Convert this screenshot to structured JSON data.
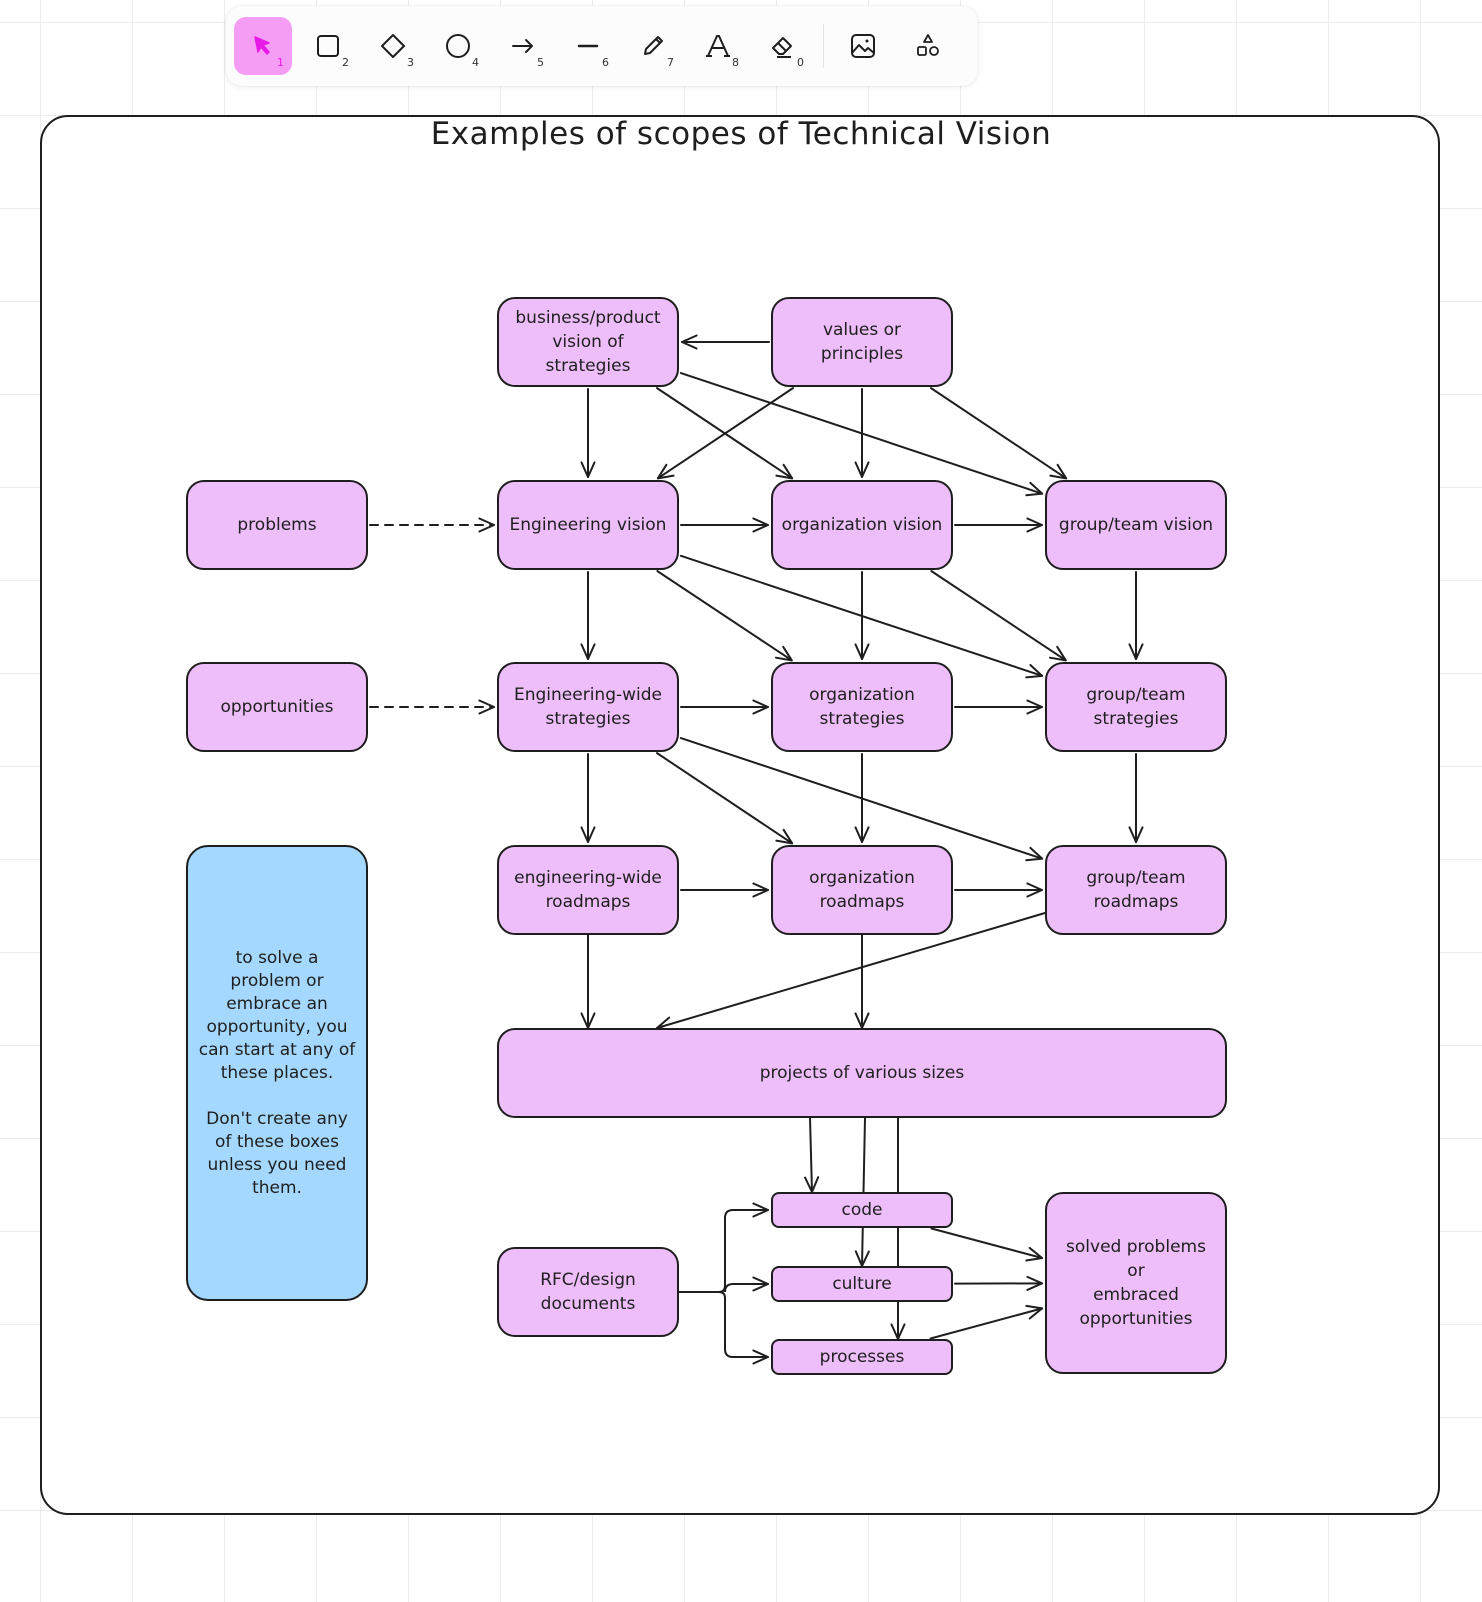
{
  "toolbar": {
    "tools": [
      {
        "name": "selection",
        "icon": "pointer-icon",
        "key": "1",
        "active": true
      },
      {
        "name": "rectangle",
        "icon": "rectangle-icon",
        "key": "2"
      },
      {
        "name": "diamond",
        "icon": "diamond-icon",
        "key": "3"
      },
      {
        "name": "ellipse",
        "icon": "circle-icon",
        "key": "4"
      },
      {
        "name": "arrow",
        "icon": "arrow-icon",
        "key": "5"
      },
      {
        "name": "line",
        "icon": "line-icon",
        "key": "6"
      },
      {
        "name": "draw",
        "icon": "pencil-icon",
        "key": "7"
      },
      {
        "name": "text",
        "icon": "text-icon",
        "key": "8"
      },
      {
        "name": "eraser",
        "icon": "eraser-icon",
        "key": "0"
      },
      {
        "name": "insert-image",
        "icon": "image-icon",
        "key": ""
      },
      {
        "name": "more-shapes",
        "icon": "shapes-icon",
        "key": ""
      }
    ],
    "active_color": "#f59cf5"
  },
  "diagram": {
    "title": "Examples of scopes of Technical Vision",
    "colors": {
      "node_fill": "#eebefa",
      "note_fill": "#a5d8ff",
      "stroke": "#1e1e1e"
    },
    "nodes": {
      "business": "business/product\nvision of\nstrategies",
      "values": "values or principles",
      "problems": "problems",
      "eng_vision": "Engineering vision",
      "org_vision": "organization vision",
      "team_vision": "group/team vision",
      "opportunities": "opportunities",
      "eng_strategies": "Engineering-wide\nstrategies",
      "org_strategies": "organization\nstrategies",
      "team_strategies": "group/team\nstrategies",
      "eng_roadmaps": "engineering-wide\nroadmaps",
      "org_roadmaps": "organization\nroadmaps",
      "team_roadmaps": "group/team\nroadmaps",
      "projects": "projects of various sizes",
      "code": "code",
      "culture": "culture",
      "processes": "processes",
      "rfc": "RFC/design\ndocuments",
      "solved": "solved problems or\nembraced\nopportunities"
    },
    "note": "to solve a problem or embrace an opportunity, you can start at any of these places.\n\nDon't create any of these boxes unless you need them.",
    "edges": [
      {
        "from": "values",
        "to": "business"
      },
      {
        "from": "business",
        "to": "eng_vision"
      },
      {
        "from": "business",
        "to": "org_vision"
      },
      {
        "from": "business",
        "to": "team_vision"
      },
      {
        "from": "values",
        "to": "eng_vision"
      },
      {
        "from": "values",
        "to": "org_vision"
      },
      {
        "from": "values",
        "to": "team_vision"
      },
      {
        "from": "problems",
        "to": "eng_vision",
        "dashed": true
      },
      {
        "from": "eng_vision",
        "to": "org_vision"
      },
      {
        "from": "org_vision",
        "to": "team_vision"
      },
      {
        "from": "eng_vision",
        "to": "eng_strategies"
      },
      {
        "from": "eng_vision",
        "to": "org_strategies"
      },
      {
        "from": "eng_vision",
        "to": "team_strategies"
      },
      {
        "from": "org_vision",
        "to": "org_strategies"
      },
      {
        "from": "org_vision",
        "to": "team_strategies"
      },
      {
        "from": "team_vision",
        "to": "team_strategies"
      },
      {
        "from": "opportunities",
        "to": "eng_strategies",
        "dashed": true
      },
      {
        "from": "eng_strategies",
        "to": "org_strategies"
      },
      {
        "from": "org_strategies",
        "to": "team_strategies"
      },
      {
        "from": "eng_strategies",
        "to": "eng_roadmaps"
      },
      {
        "from": "eng_strategies",
        "to": "org_roadmaps"
      },
      {
        "from": "eng_strategies",
        "to": "team_roadmaps"
      },
      {
        "from": "org_strategies",
        "to": "org_roadmaps"
      },
      {
        "from": "team_strategies",
        "to": "team_roadmaps"
      },
      {
        "from": "eng_roadmaps",
        "to": "org_roadmaps"
      },
      {
        "from": "org_roadmaps",
        "to": "team_roadmaps"
      },
      {
        "from": "eng_roadmaps",
        "to": "projects"
      },
      {
        "from": "org_roadmaps",
        "to": "projects"
      },
      {
        "from": "team_roadmaps",
        "to": "projects"
      },
      {
        "from": "projects",
        "to": "code"
      },
      {
        "from": "projects",
        "to": "culture"
      },
      {
        "from": "projects",
        "to": "processes"
      },
      {
        "from": "rfc",
        "to": "code"
      },
      {
        "from": "rfc",
        "to": "culture"
      },
      {
        "from": "rfc",
        "to": "processes"
      },
      {
        "from": "code",
        "to": "solved"
      },
      {
        "from": "culture",
        "to": "solved"
      },
      {
        "from": "processes",
        "to": "solved"
      }
    ]
  }
}
